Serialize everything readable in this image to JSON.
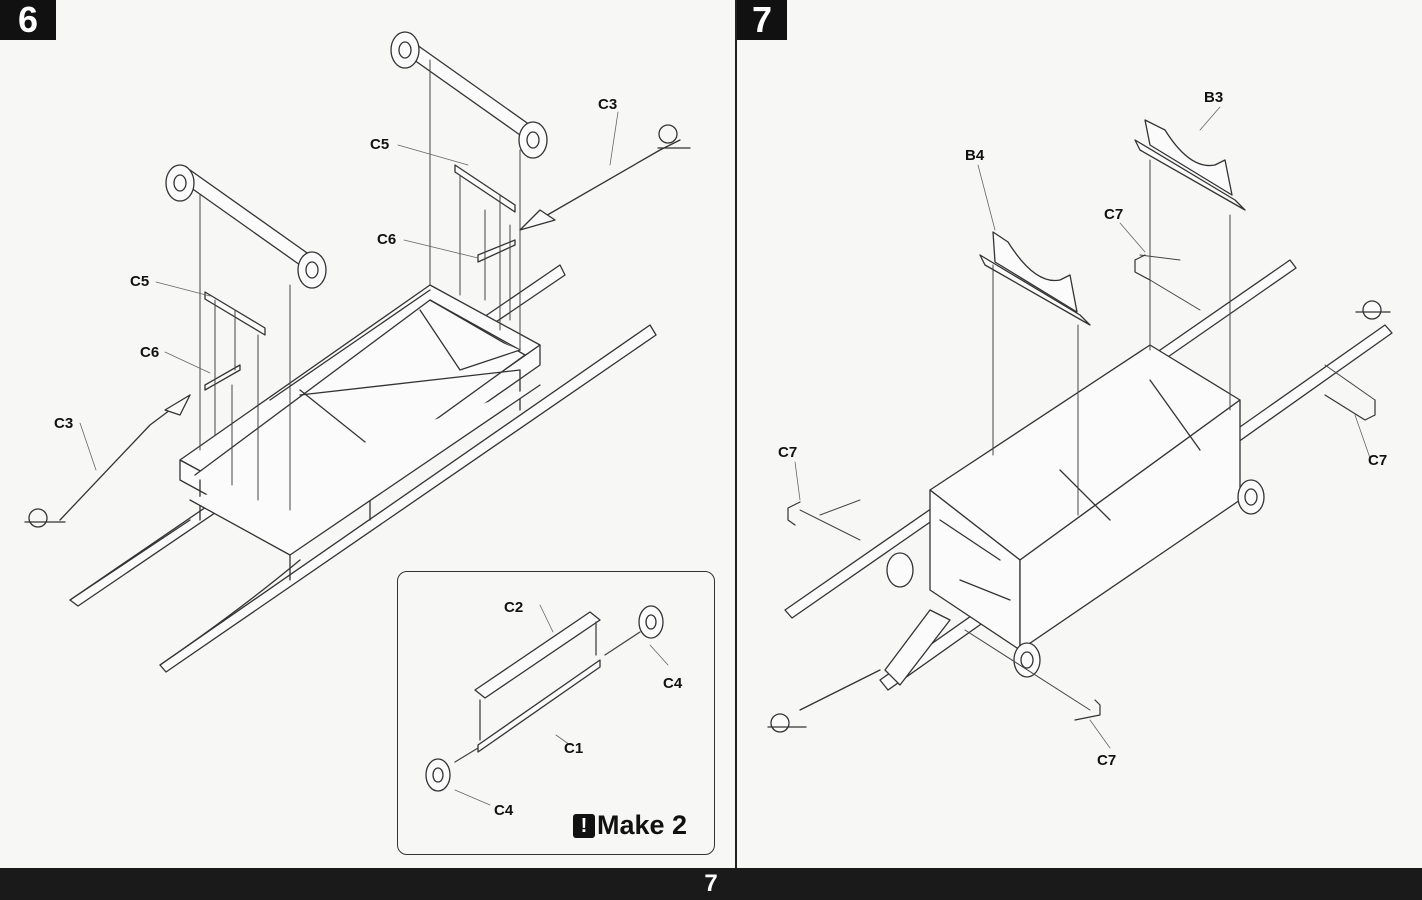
{
  "steps": [
    {
      "number": "6"
    },
    {
      "number": "7"
    }
  ],
  "footer": {
    "page_number": "7"
  },
  "step6_labels": {
    "c3_top": "C3",
    "c5_top": "C5",
    "c6_top": "C6",
    "c5_left": "C5",
    "c6_left": "C6",
    "c3_left": "C3"
  },
  "inset": {
    "c2": "C2",
    "c4_right": "C4",
    "c1": "C1",
    "c4_bottom": "C4",
    "note_icon": "!",
    "note": "Make 2"
  },
  "step7_labels": {
    "b3": "B3",
    "b4": "B4",
    "c7_top": "C7",
    "c7_left": "C7",
    "c7_right": "C7",
    "c7_bottom": "C7"
  },
  "icons": {
    "warning": "exclamation-icon"
  }
}
